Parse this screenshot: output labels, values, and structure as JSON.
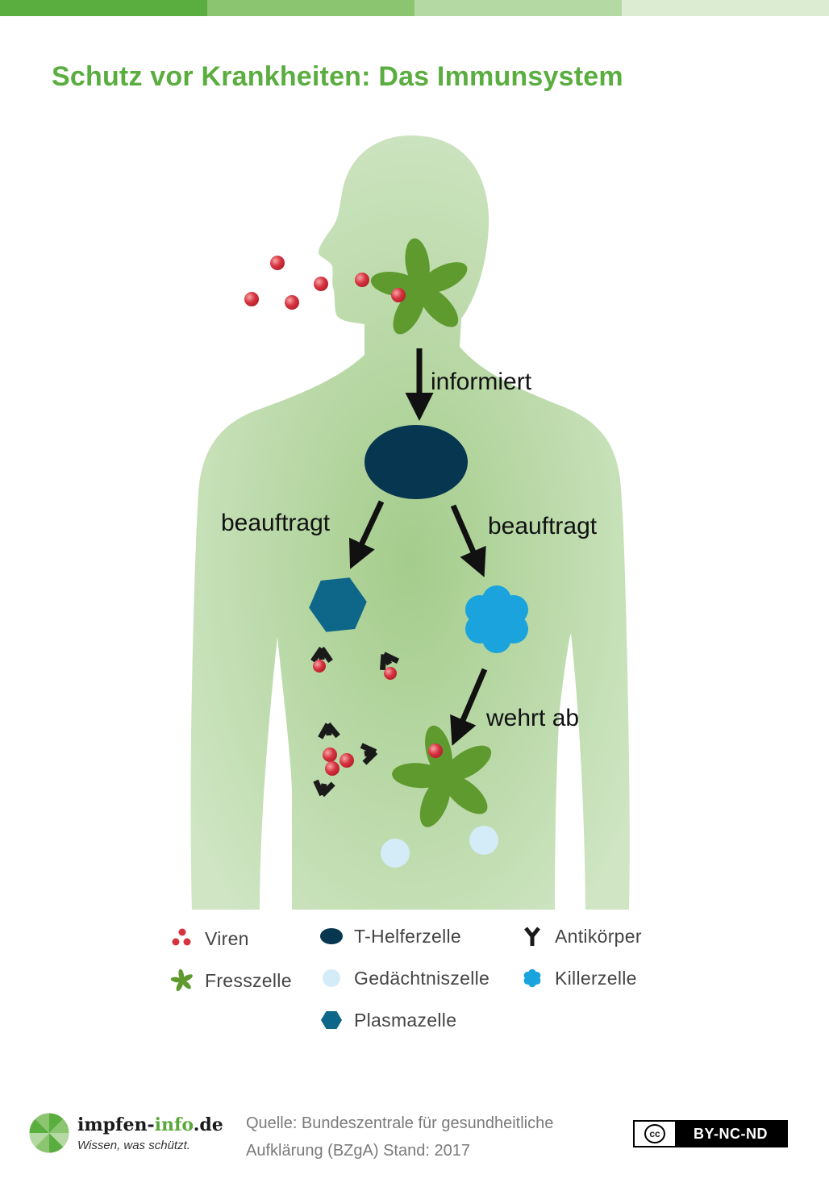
{
  "header": {
    "title": "Schutz vor Krankheiten: Das Immunsystem",
    "bar_colors": [
      "#5aad3f",
      "#8cc56f",
      "#b5d9a3",
      "#dcecd3"
    ]
  },
  "colors": {
    "title": "#5aad3f",
    "body_light": "#cde4c0",
    "body_mid": "#a7ce8f",
    "virus": "#d6333f",
    "fresszelle": "#5f9a2f",
    "t_helferzelle": "#073650",
    "plasmazelle": "#0e6789",
    "killerzelle": "#1aa3dd",
    "gedaechtniszelle": "#d3ecf7",
    "antikoerper": "#1a1a1a"
  },
  "diagram": {
    "arrow_informiert": "informiert",
    "arrow_beauftragt_left": "beauftragt",
    "arrow_beauftragt_right": "beauftragt",
    "arrow_wehrt_ab": "wehrt ab"
  },
  "legend": [
    {
      "icon": "virus-icon",
      "label": "Viren"
    },
    {
      "icon": "fresszelle-icon",
      "label": "Fresszelle"
    },
    {
      "icon": "t-helferzelle-icon",
      "label": "T-Helferzelle"
    },
    {
      "icon": "gedaechtniszelle-icon",
      "label": "Gedächtniszelle"
    },
    {
      "icon": "plasmazelle-icon",
      "label": "Plasmazelle"
    },
    {
      "icon": "antikoerper-icon",
      "label": "Antikörper"
    },
    {
      "icon": "killerzelle-icon",
      "label": "Killerzelle"
    }
  ],
  "footer": {
    "brand_main": "impfen-",
    "brand_green": "info",
    "brand_tail": ".de",
    "tagline": "Wissen, was schützt.",
    "source": "Quelle: Bundeszentrale für gesundheitliche Aufklärung (BZgA) Stand: 2017",
    "license": "BY-NC-ND",
    "license_cc": "cc"
  }
}
